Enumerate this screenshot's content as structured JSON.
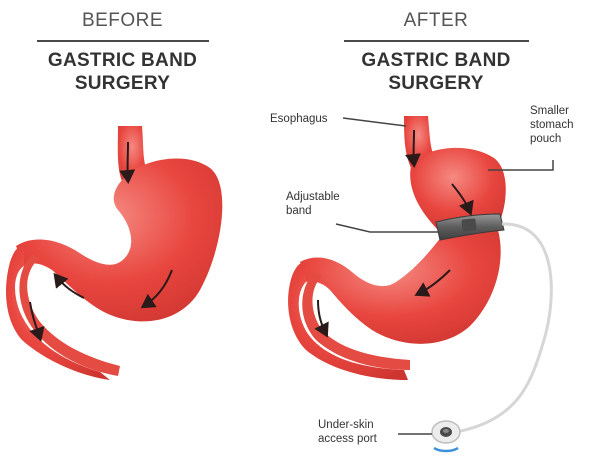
{
  "before": {
    "kicker": "BEFORE",
    "title_line1": "GASTRIC BAND",
    "title_line2": "SURGERY"
  },
  "after": {
    "kicker": "AFTER",
    "title_line1": "GASTRIC BAND",
    "title_line2": "SURGERY"
  },
  "labels": {
    "esophagus": "Esophagus",
    "pouch_line1": "Smaller",
    "pouch_line2": "stomach",
    "pouch_line3": "pouch",
    "band_line1": "Adjustable",
    "band_line2": "band",
    "port_line1": "Under-skin",
    "port_line2": "access port"
  },
  "colors": {
    "stomach": "#e8463f",
    "stomach_highlight": "#f4776f",
    "stomach_dark": "#c92f2a",
    "band": "#6d6d6d",
    "tube": "#d8d8d8",
    "port_accent": "#3a8fd9",
    "arrow": "#2a1a1a"
  }
}
